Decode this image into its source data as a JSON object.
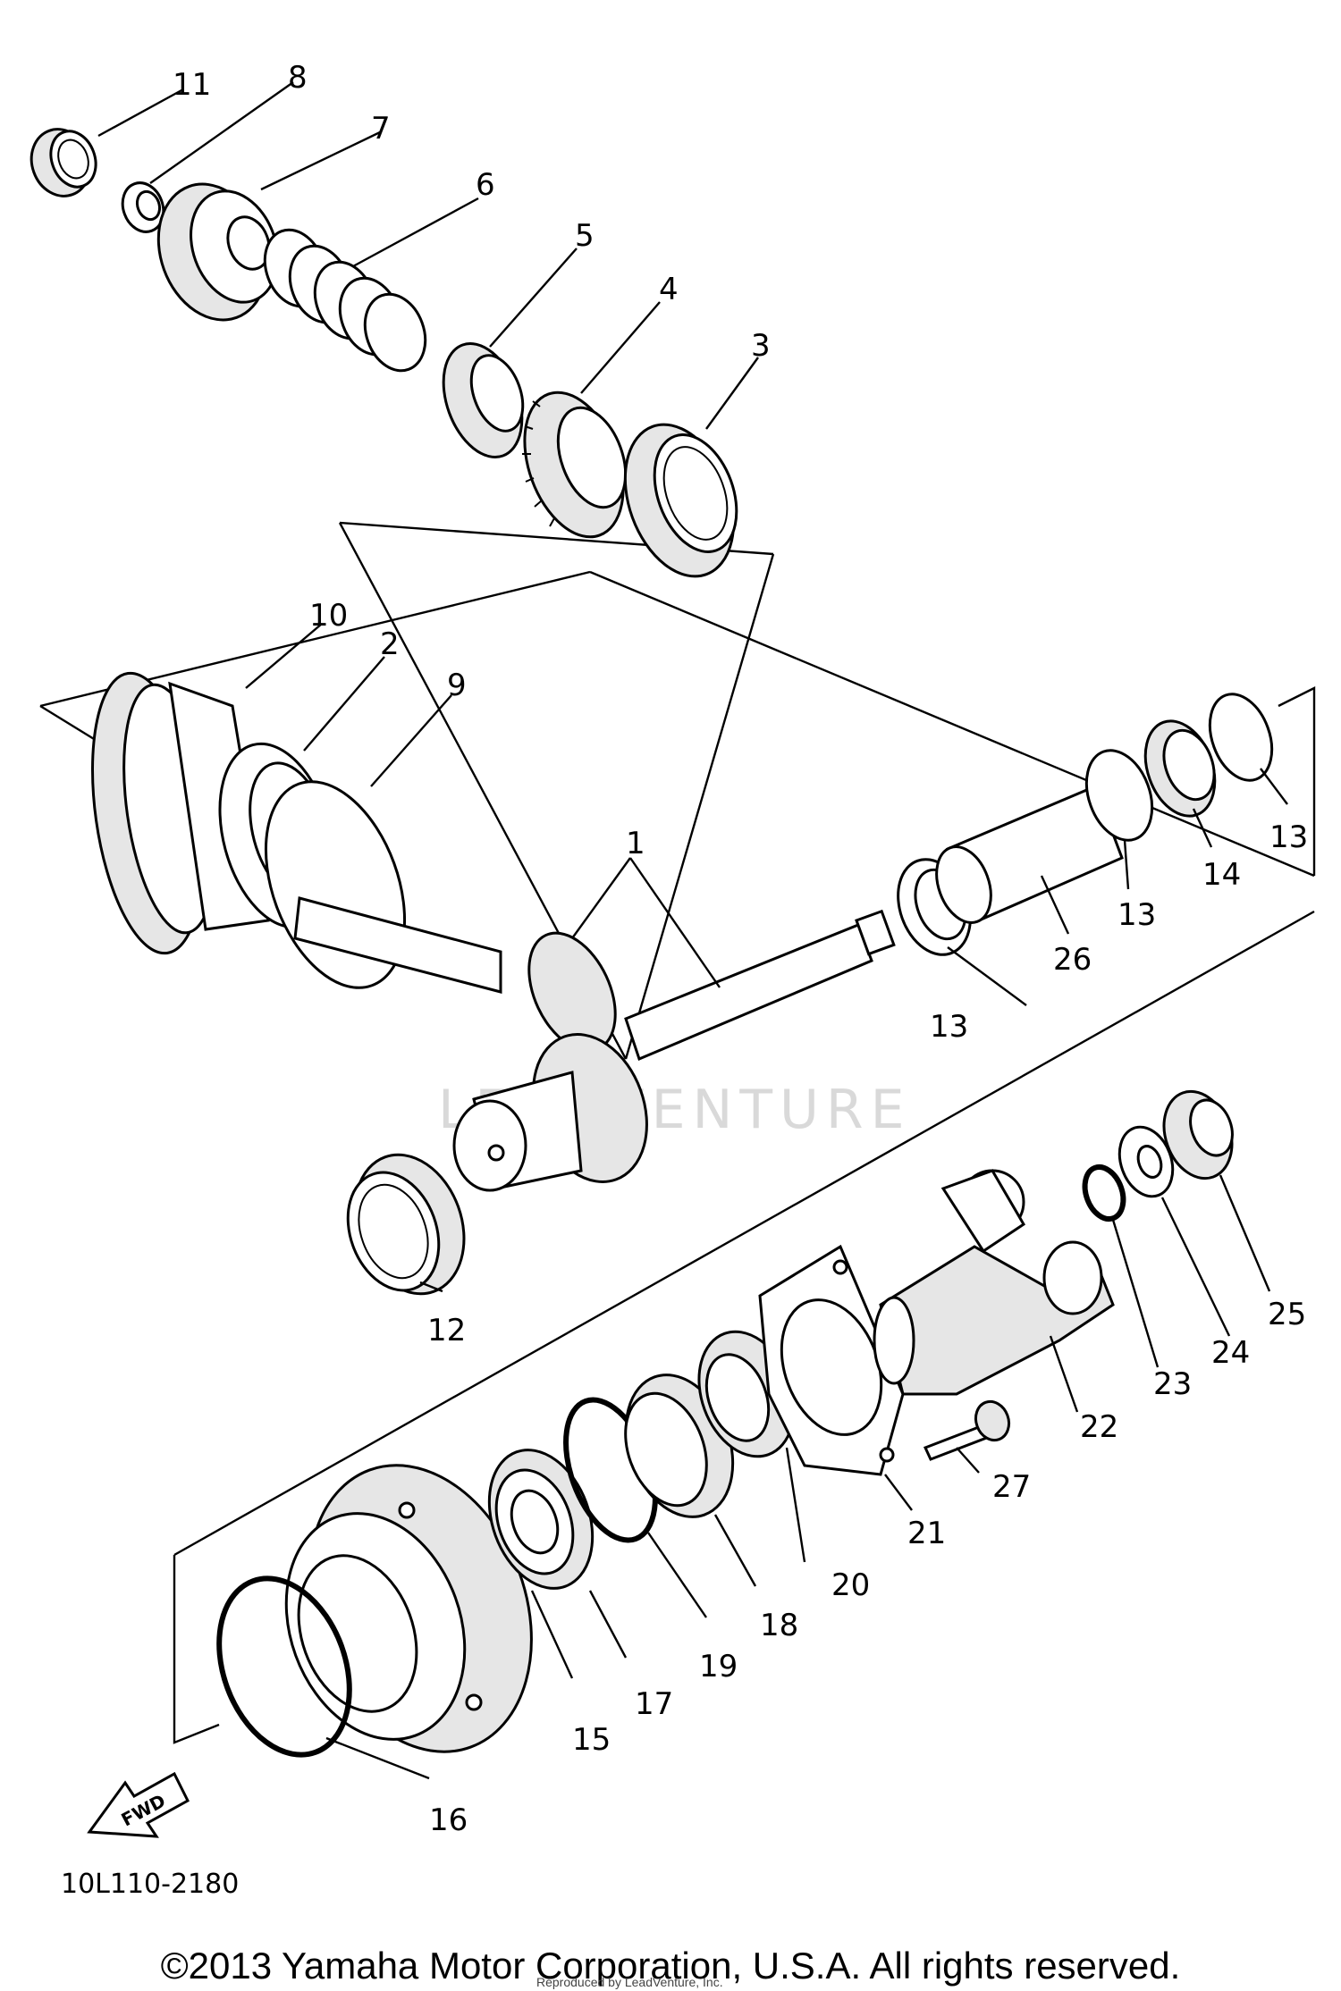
{
  "diagram": {
    "labels": [
      "1",
      "2",
      "3",
      "4",
      "5",
      "6",
      "7",
      "8",
      "9",
      "10",
      "11",
      "12",
      "13",
      "13",
      "13",
      "13",
      "14",
      "15",
      "16",
      "17",
      "18",
      "19",
      "20",
      "21",
      "22",
      "23",
      "24",
      "25",
      "26",
      "27"
    ],
    "fwd_label": "FWD",
    "code": "10L110-2180",
    "watermark": "LEADVENTURE"
  },
  "footer": {
    "copyright": "©2013 Yamaha Motor Corporation, U.S.A. All rights reserved.",
    "reproduced": "Reproduced by LeadVenture, Inc."
  }
}
